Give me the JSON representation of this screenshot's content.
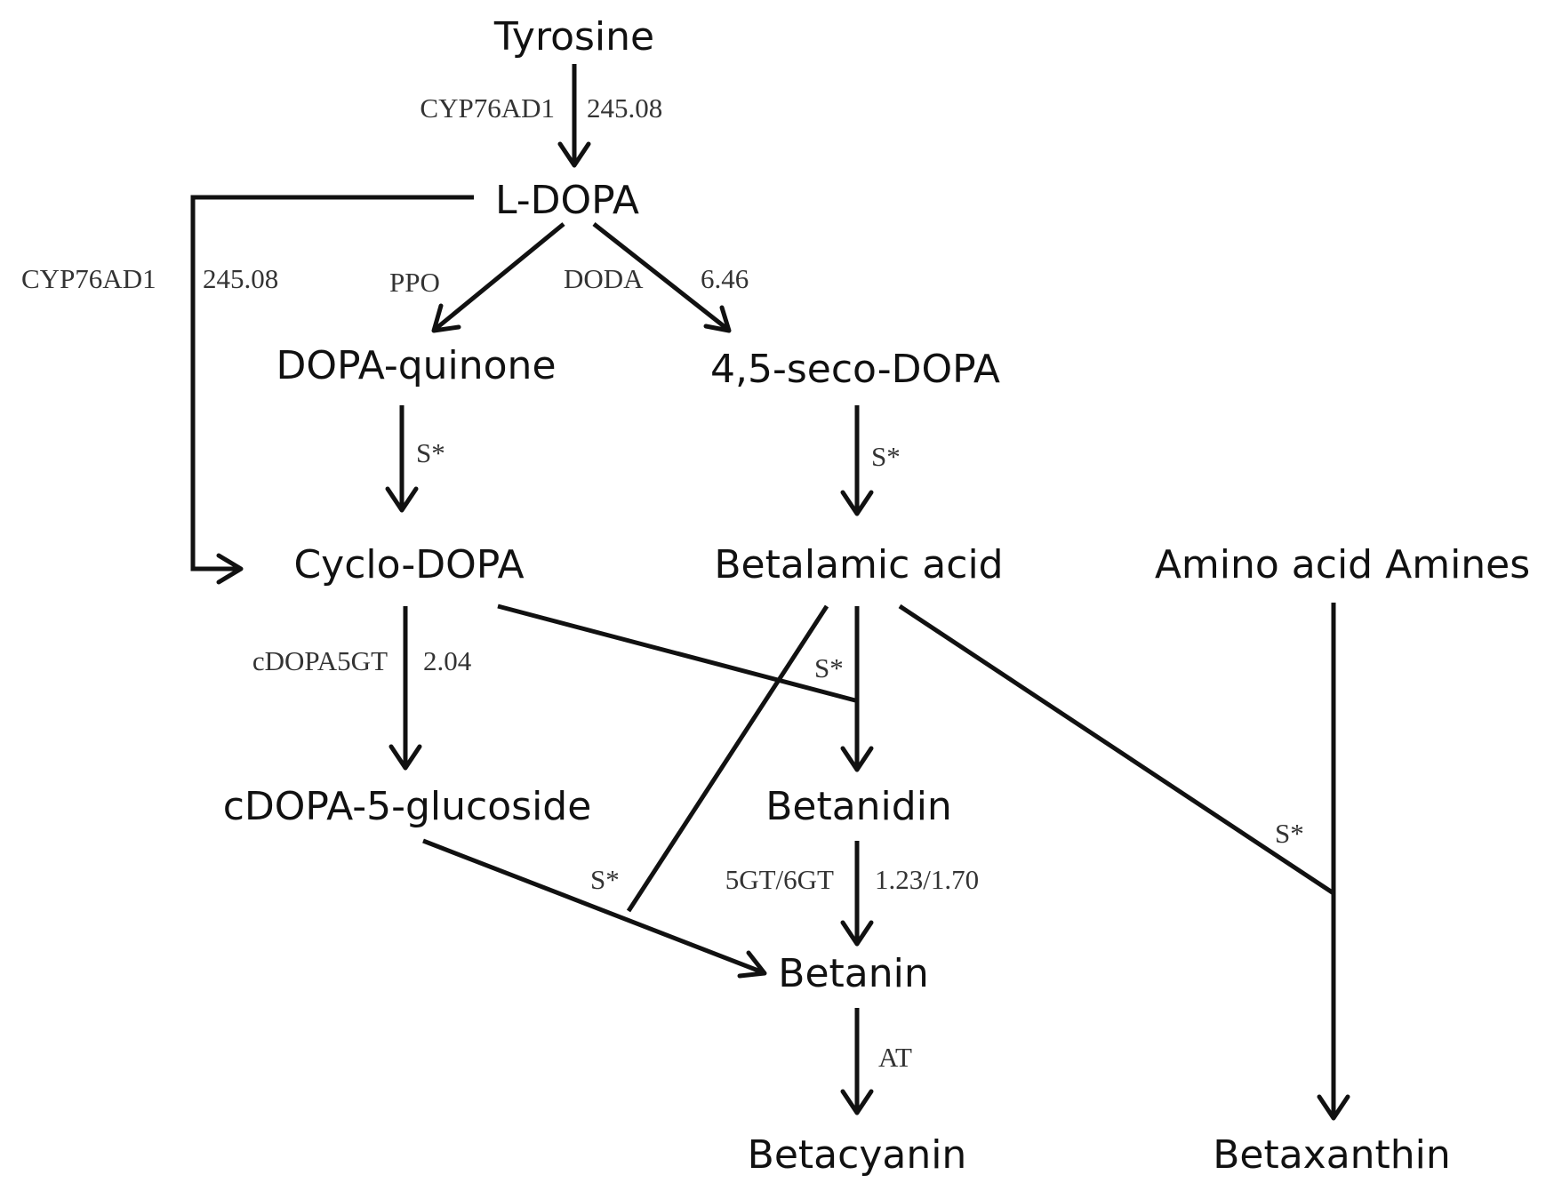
{
  "nodes": {
    "tyrosine": "Tyrosine",
    "ldopa": "L-DOPA",
    "dopaquinone": "DOPA-quinone",
    "secodopa": "4,5-seco-DOPA",
    "cyclodopa": "Cyclo-DOPA",
    "betalamic": "Betalamic acid",
    "amino": "Amino acid Amines",
    "cdopa5g": "cDOPA-5-glucoside",
    "betanidin": "Betanidin",
    "betanin": "Betanin",
    "betacyanin": "Betacyanin",
    "betaxanthin": "Betaxanthin"
  },
  "labels": {
    "tyr_enzyme": "CYP76AD1",
    "tyr_value": "245.08",
    "ldopa_cyclo_enzyme": "CYP76AD1",
    "ldopa_cyclo_value": "245.08",
    "ppo": "PPO",
    "doda": "DODA",
    "doda_value": "6.46",
    "quinone_s": "S*",
    "seco_s": "S*",
    "cdopa5gt": "cDOPA5GT",
    "cdopa5gt_value": "2.04",
    "betanidin_s": "S*",
    "glucoside_s": "S*",
    "betaxanthin_s": "S*",
    "gt": "5GT/6GT",
    "gt_value": "1.23/1.70",
    "at": "AT"
  }
}
